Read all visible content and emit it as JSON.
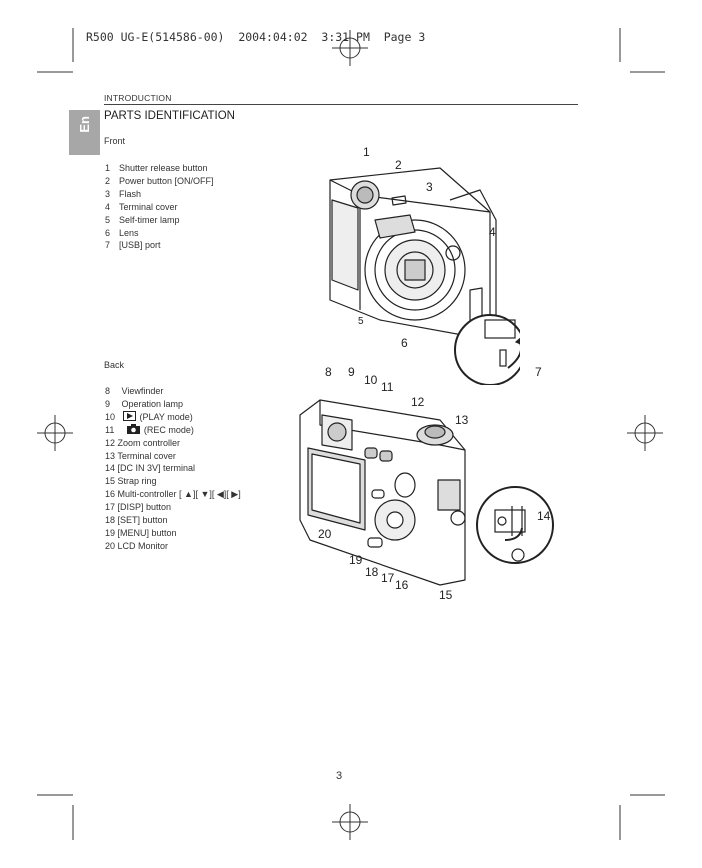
{
  "header": {
    "print_line": "R500 UG-E(514586-00)  2004:04:02  3:31 PM  Page 3",
    "section": "INTRODUCTION",
    "language_tab": "En"
  },
  "title": "PARTS IDENTIFICATION",
  "front": {
    "label": "Front",
    "items": [
      {
        "num": "1",
        "text": "Shutter release button"
      },
      {
        "num": "2",
        "text": "Power button [ON/OFF]"
      },
      {
        "num": "3",
        "text": "Flash"
      },
      {
        "num": "4",
        "text": "Terminal cover"
      },
      {
        "num": "5",
        "text": "Self-timer lamp"
      },
      {
        "num": "6",
        "text": "Lens"
      },
      {
        "num": "7",
        "text": "[USB] port"
      }
    ],
    "callouts": [
      "1",
      "2",
      "3",
      "4",
      "5",
      "6",
      "7"
    ]
  },
  "back": {
    "label": "Back",
    "items": [
      {
        "num": "8",
        "text": "Viewfinder"
      },
      {
        "num": "9",
        "text": "Operation lamp"
      },
      {
        "num": "10",
        "text": "(PLAY mode)"
      },
      {
        "num": "11",
        "text": "(REC mode)"
      },
      {
        "num": "12",
        "text": "Zoom controller"
      },
      {
        "num": "13",
        "text": "Terminal cover"
      },
      {
        "num": "14",
        "text": "[DC IN 3V] terminal"
      },
      {
        "num": "15",
        "text": "Strap ring"
      },
      {
        "num": "16",
        "text": "Multi-controller [ ▲][ ▼][ ◀][ ▶]"
      },
      {
        "num": "17",
        "text": "[DISP] button"
      },
      {
        "num": "18",
        "text": "[SET] button"
      },
      {
        "num": "19",
        "text": "[MENU] button"
      },
      {
        "num": "20",
        "text": "LCD Monitor"
      }
    ],
    "callouts": [
      "8",
      "9",
      "10",
      "11",
      "12",
      "13",
      "14",
      "15",
      "16",
      "17",
      "18",
      "19",
      "20"
    ]
  },
  "page_number": "3"
}
